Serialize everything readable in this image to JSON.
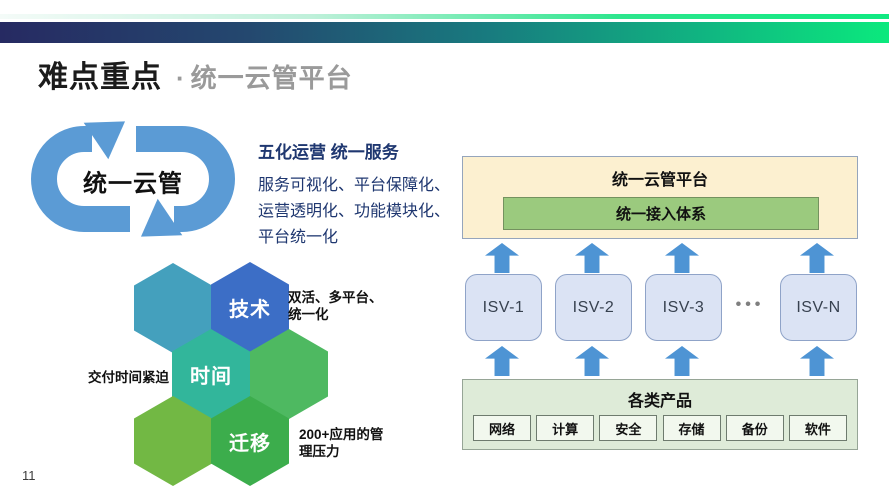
{
  "slide": {
    "title": {
      "primary": "难点重点",
      "separator": "·",
      "secondary": "统一云管平台"
    },
    "page_number": "11"
  },
  "cycle": {
    "label": "统一云管"
  },
  "operations": {
    "heading": "五化运营 统一服务",
    "lines": [
      "服务可视化、平台保障化、",
      "运营透明化、功能模块化、",
      "平台统一化"
    ]
  },
  "challenges": {
    "tech": {
      "label": "技术",
      "note_lines": [
        "双活、多平台、",
        "统一化"
      ]
    },
    "time": {
      "label": "时间",
      "note": "交付时间紧迫"
    },
    "migration": {
      "label": "迁移",
      "note_lines": [
        "200+应用的管",
        "理压力"
      ]
    }
  },
  "platform": {
    "title": "统一云管平台",
    "access": "统一接入体系"
  },
  "isv": {
    "boxes": [
      "ISV-1",
      "ISV-2",
      "ISV-3",
      "ISV-N"
    ],
    "ellipsis": "•••"
  },
  "products": {
    "title": "各类产品",
    "items": [
      "网络",
      "计算",
      "安全",
      "存储",
      "备份",
      "软件"
    ]
  },
  "colors": {
    "accent_navy": "#262a62",
    "accent_green": "#0be97d",
    "arrow_blue": "#5b9bd5",
    "hex_teal_blue": "#44a0bd",
    "hex_blue": "#3c6ec6",
    "hex_teal": "#32b69b",
    "hex_green": "#4eb961",
    "hex_yellow_green": "#72b844",
    "hex_dark_green": "#3cad4c",
    "platform_bg": "#fcf0d0",
    "access_bg": "#9bca7e",
    "isv_bg": "#dbe3f4",
    "products_bg": "#deebd8",
    "text_navy": "#1f3770"
  }
}
